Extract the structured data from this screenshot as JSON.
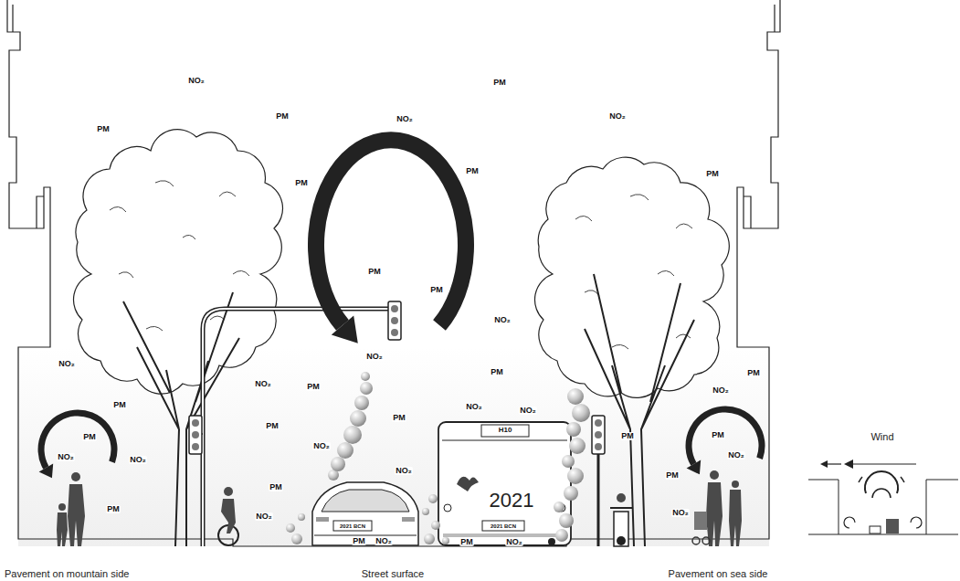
{
  "diagram": {
    "labels": [
      "NO₂",
      "PM",
      "PM",
      "PM",
      "NO₂",
      "NO₂",
      "PM",
      "PM",
      "PM",
      "PM",
      "PM",
      "NO₂",
      "NO₂",
      "NO₂",
      "PM",
      "PM",
      "NO₂",
      "PM",
      "NO₂",
      "PM",
      "NO₂",
      "NO₂",
      "PM",
      "PM",
      "PM",
      "PM",
      "PM",
      "NO₂",
      "NO₂",
      "NO₂",
      "NO₂",
      "NO₂",
      "PM",
      "PM",
      "PM",
      "NO₂",
      "NO₂",
      "H10",
      "2021",
      "2021 BCN",
      "2021 BCN",
      "PM",
      "NO₂",
      "PM",
      "NO₂",
      "Pavement on mountain side",
      "Street surface",
      "Pavement on sea side",
      "Wind"
    ]
  }
}
